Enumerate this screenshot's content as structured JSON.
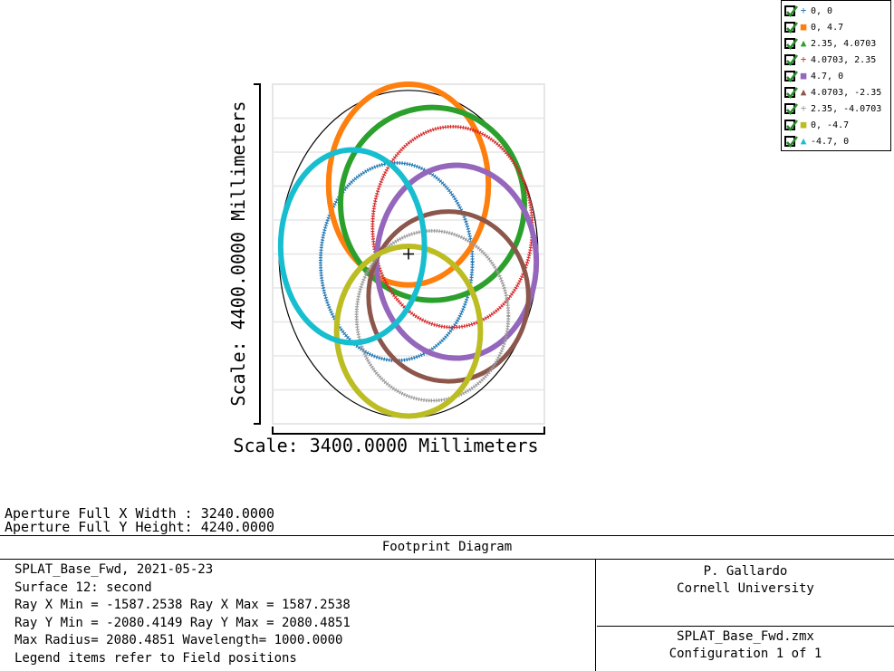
{
  "chart_data": {
    "type": "scatter",
    "title": "Footprint Diagram",
    "ylabel": "Scale: 4400.0000 Millimeters",
    "xlabel": "Scale: 3400.0000 Millimeters",
    "xlim": [
      -1700,
      1700
    ],
    "ylim": [
      -2200,
      2200
    ],
    "grid": true,
    "legend_position": "top-right",
    "aperture": {
      "x_semi": 1620,
      "y_semi": 2120
    },
    "center_marker": [
      0,
      0
    ],
    "series": [
      {
        "name": "0, 0",
        "color": "#1f77b4",
        "marker": "+",
        "cx": -150,
        "cy": -100,
        "rx": 950,
        "ry": 1280,
        "width": 3
      },
      {
        "name": "0, 4.7",
        "color": "#ff7f0e",
        "marker": "square",
        "cx": 0,
        "cy": 900,
        "rx": 1000,
        "ry": 1300,
        "width": 6
      },
      {
        "name": "2.35, 4.0703",
        "color": "#2ca02c",
        "marker": "triangle",
        "cx": 300,
        "cy": 650,
        "rx": 1150,
        "ry": 1250,
        "width": 6
      },
      {
        "name": "4.0703, 2.35",
        "color": "#d62728",
        "marker": "+",
        "cx": 550,
        "cy": 350,
        "rx": 1000,
        "ry": 1300,
        "width": 3
      },
      {
        "name": "4.7, 0",
        "color": "#9467bd",
        "marker": "square",
        "cx": 600,
        "cy": -100,
        "rx": 1000,
        "ry": 1250,
        "width": 6
      },
      {
        "name": "4.0703, -2.35",
        "color": "#8c564b",
        "marker": "triangle",
        "cx": 500,
        "cy": -550,
        "rx": 1000,
        "ry": 1100,
        "width": 5
      },
      {
        "name": "2.35, -4.0703",
        "color": "#9a9a9a",
        "marker": "+",
        "cx": 300,
        "cy": -800,
        "rx": 950,
        "ry": 1100,
        "width": 3
      },
      {
        "name": "0, -4.7",
        "color": "#bcbd22",
        "marker": "square",
        "cx": 0,
        "cy": -1000,
        "rx": 900,
        "ry": 1100,
        "width": 6
      },
      {
        "name": "-4.7, 0",
        "color": "#17becf",
        "marker": "triangle",
        "cx": -700,
        "cy": 100,
        "rx": 900,
        "ry": 1250,
        "width": 6
      }
    ]
  },
  "aperture_text": {
    "x_width": "Aperture Full X Width : 3240.0000",
    "y_height": "Aperture Full Y Height: 4240.0000"
  },
  "footer": {
    "title": "Footprint Diagram",
    "lines": [
      "SPLAT_Base_Fwd, 2021-05-23",
      "Surface 12: second",
      "Ray X Min = -1587.2538 Ray X Max = 1587.2538",
      "Ray Y Min = -2080.4149 Ray Y Max = 2080.4851",
      "Max Radius= 2080.4851 Wavelength= 1000.0000",
      "Legend items refer to Field positions"
    ],
    "author": "P. Gallardo",
    "organization": "Cornell University",
    "file": "SPLAT_Base_Fwd.zmx",
    "configuration": "Configuration 1 of 1"
  }
}
